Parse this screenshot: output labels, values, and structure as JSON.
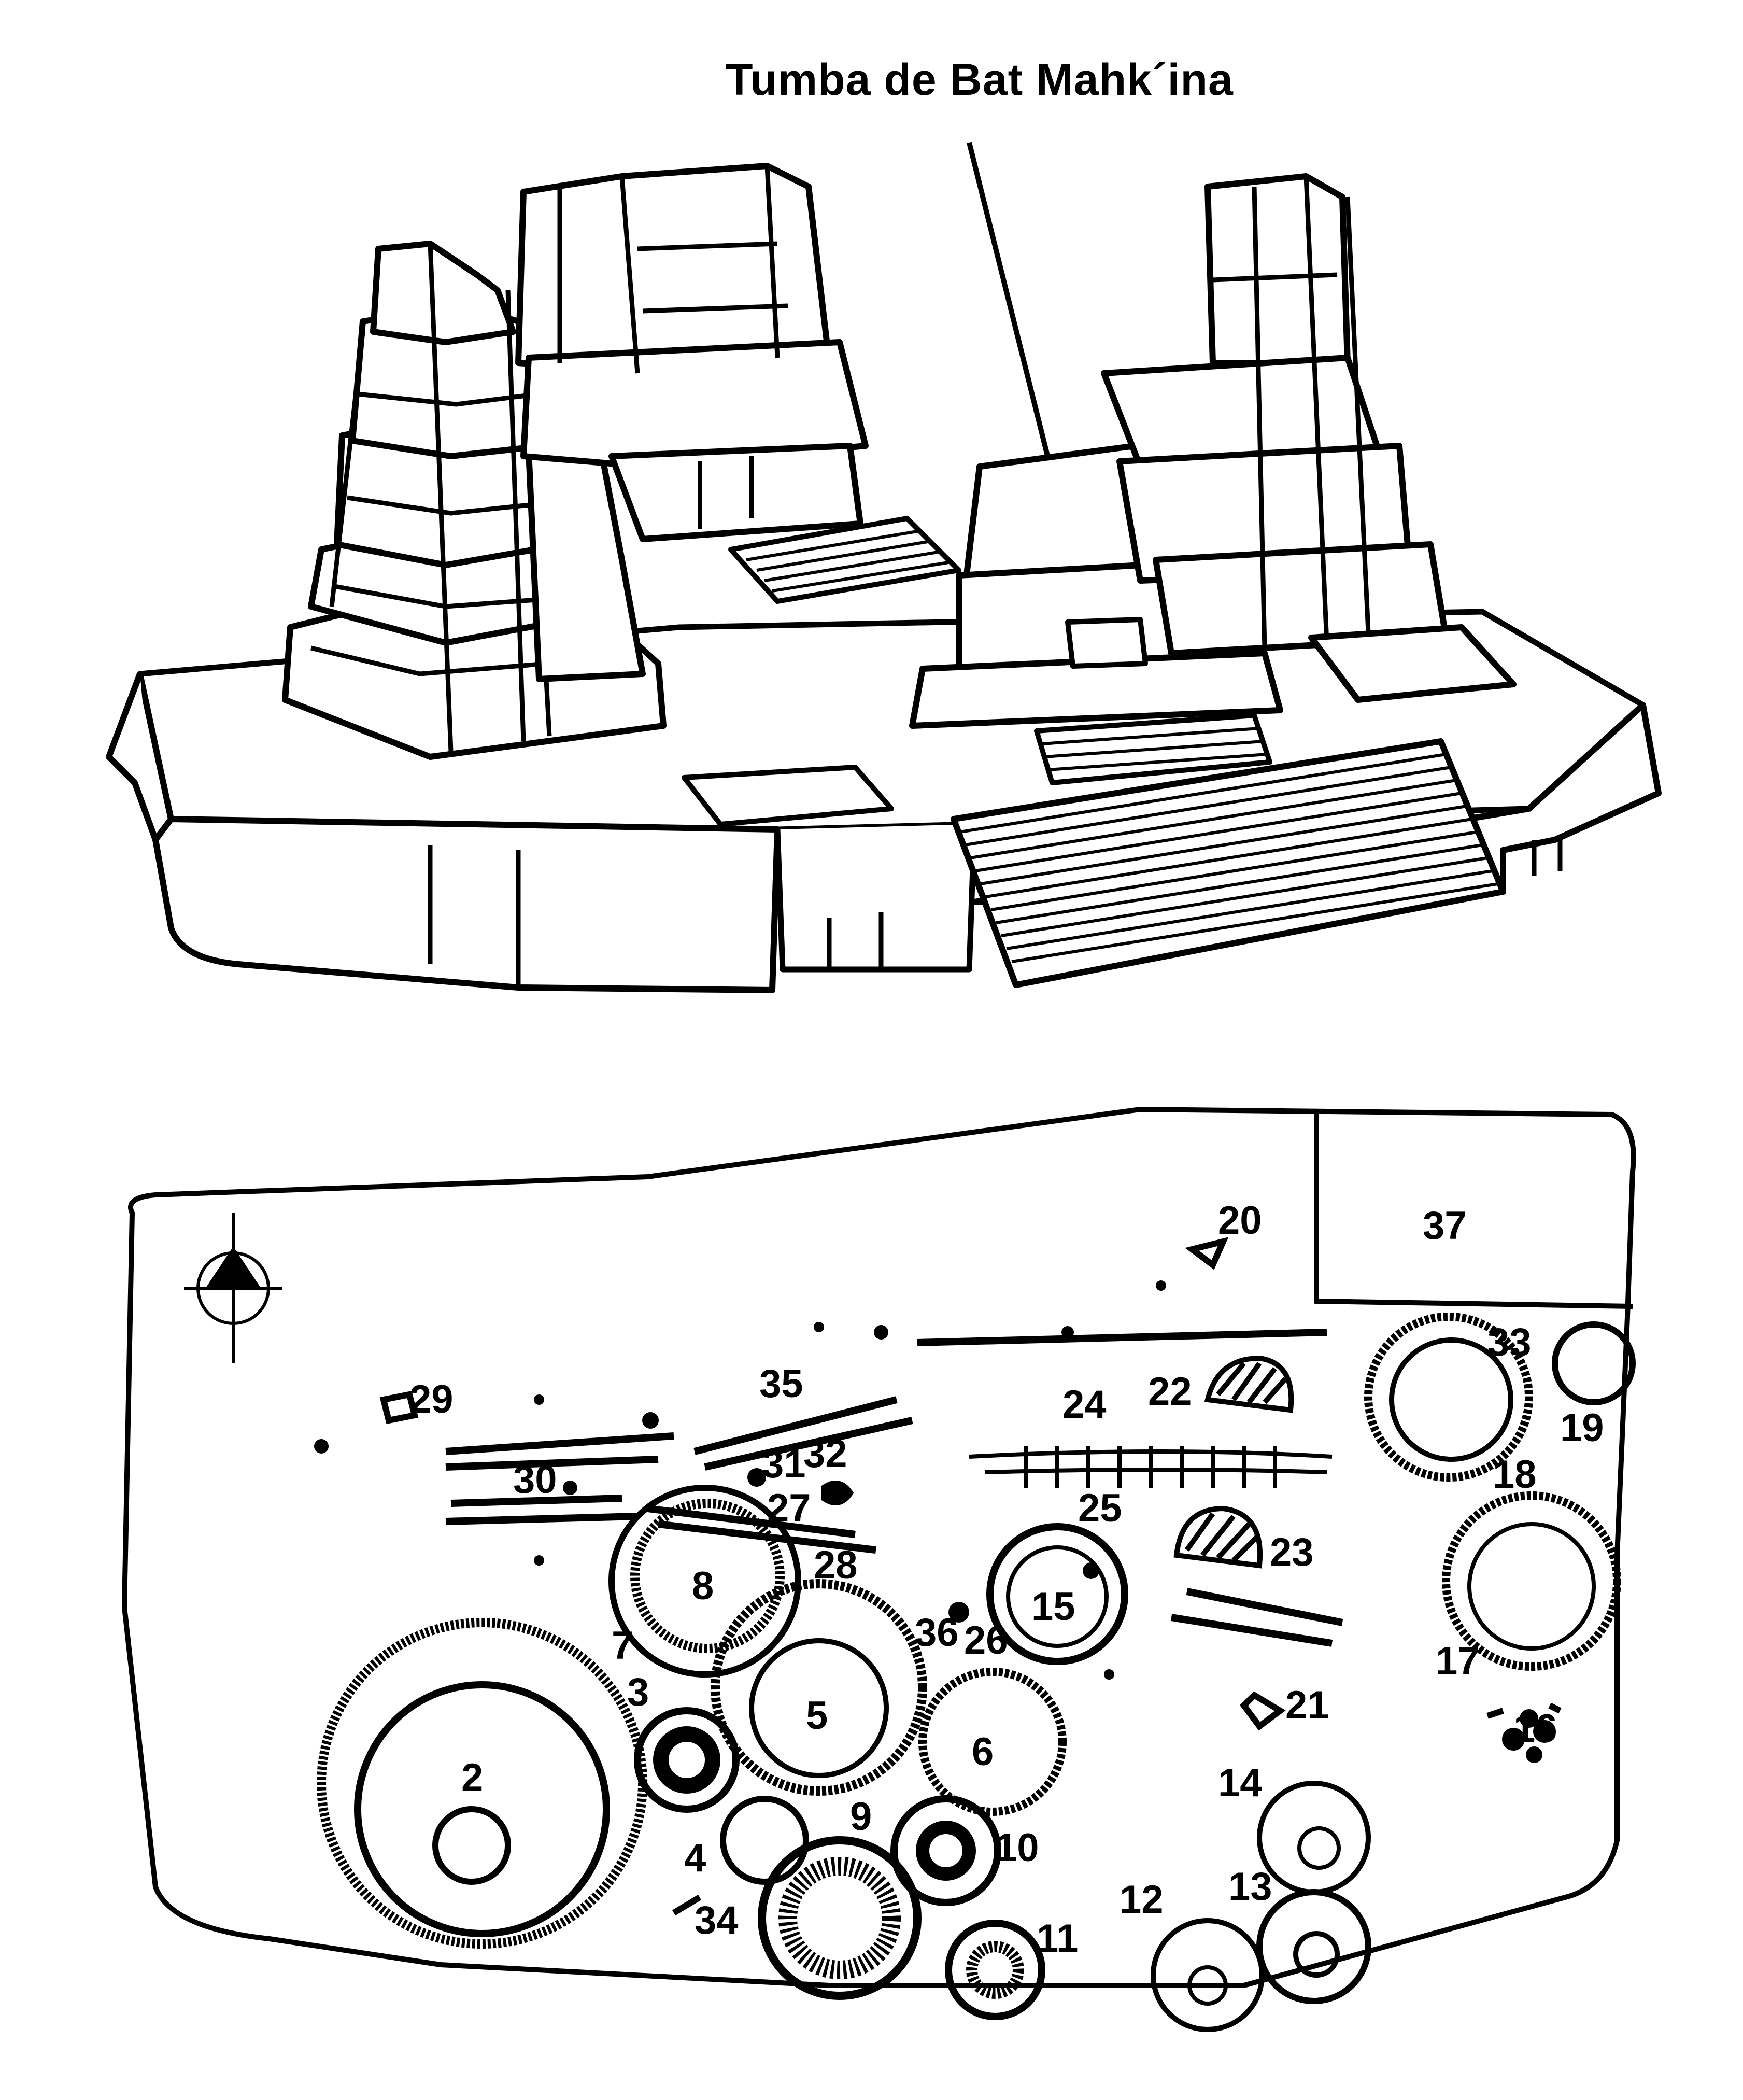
{
  "figure": {
    "title": "Tumba de Bat Mahk´ina",
    "colors": {
      "ink": "#000000",
      "paper": "#ffffff",
      "stipple": "#222222"
    },
    "compass_icon": "compass-rose-icon",
    "labels": [
      "2",
      "3",
      "4",
      "5",
      "6",
      "7",
      "8",
      "9",
      "10",
      "11",
      "12",
      "13",
      "14",
      "15",
      "16",
      "17",
      "18",
      "19",
      "20",
      "21",
      "22",
      "23",
      "24",
      "25",
      "26",
      "27",
      "28",
      "29",
      "30",
      "31",
      "32",
      "33",
      "34",
      "35",
      "36",
      "37"
    ]
  }
}
